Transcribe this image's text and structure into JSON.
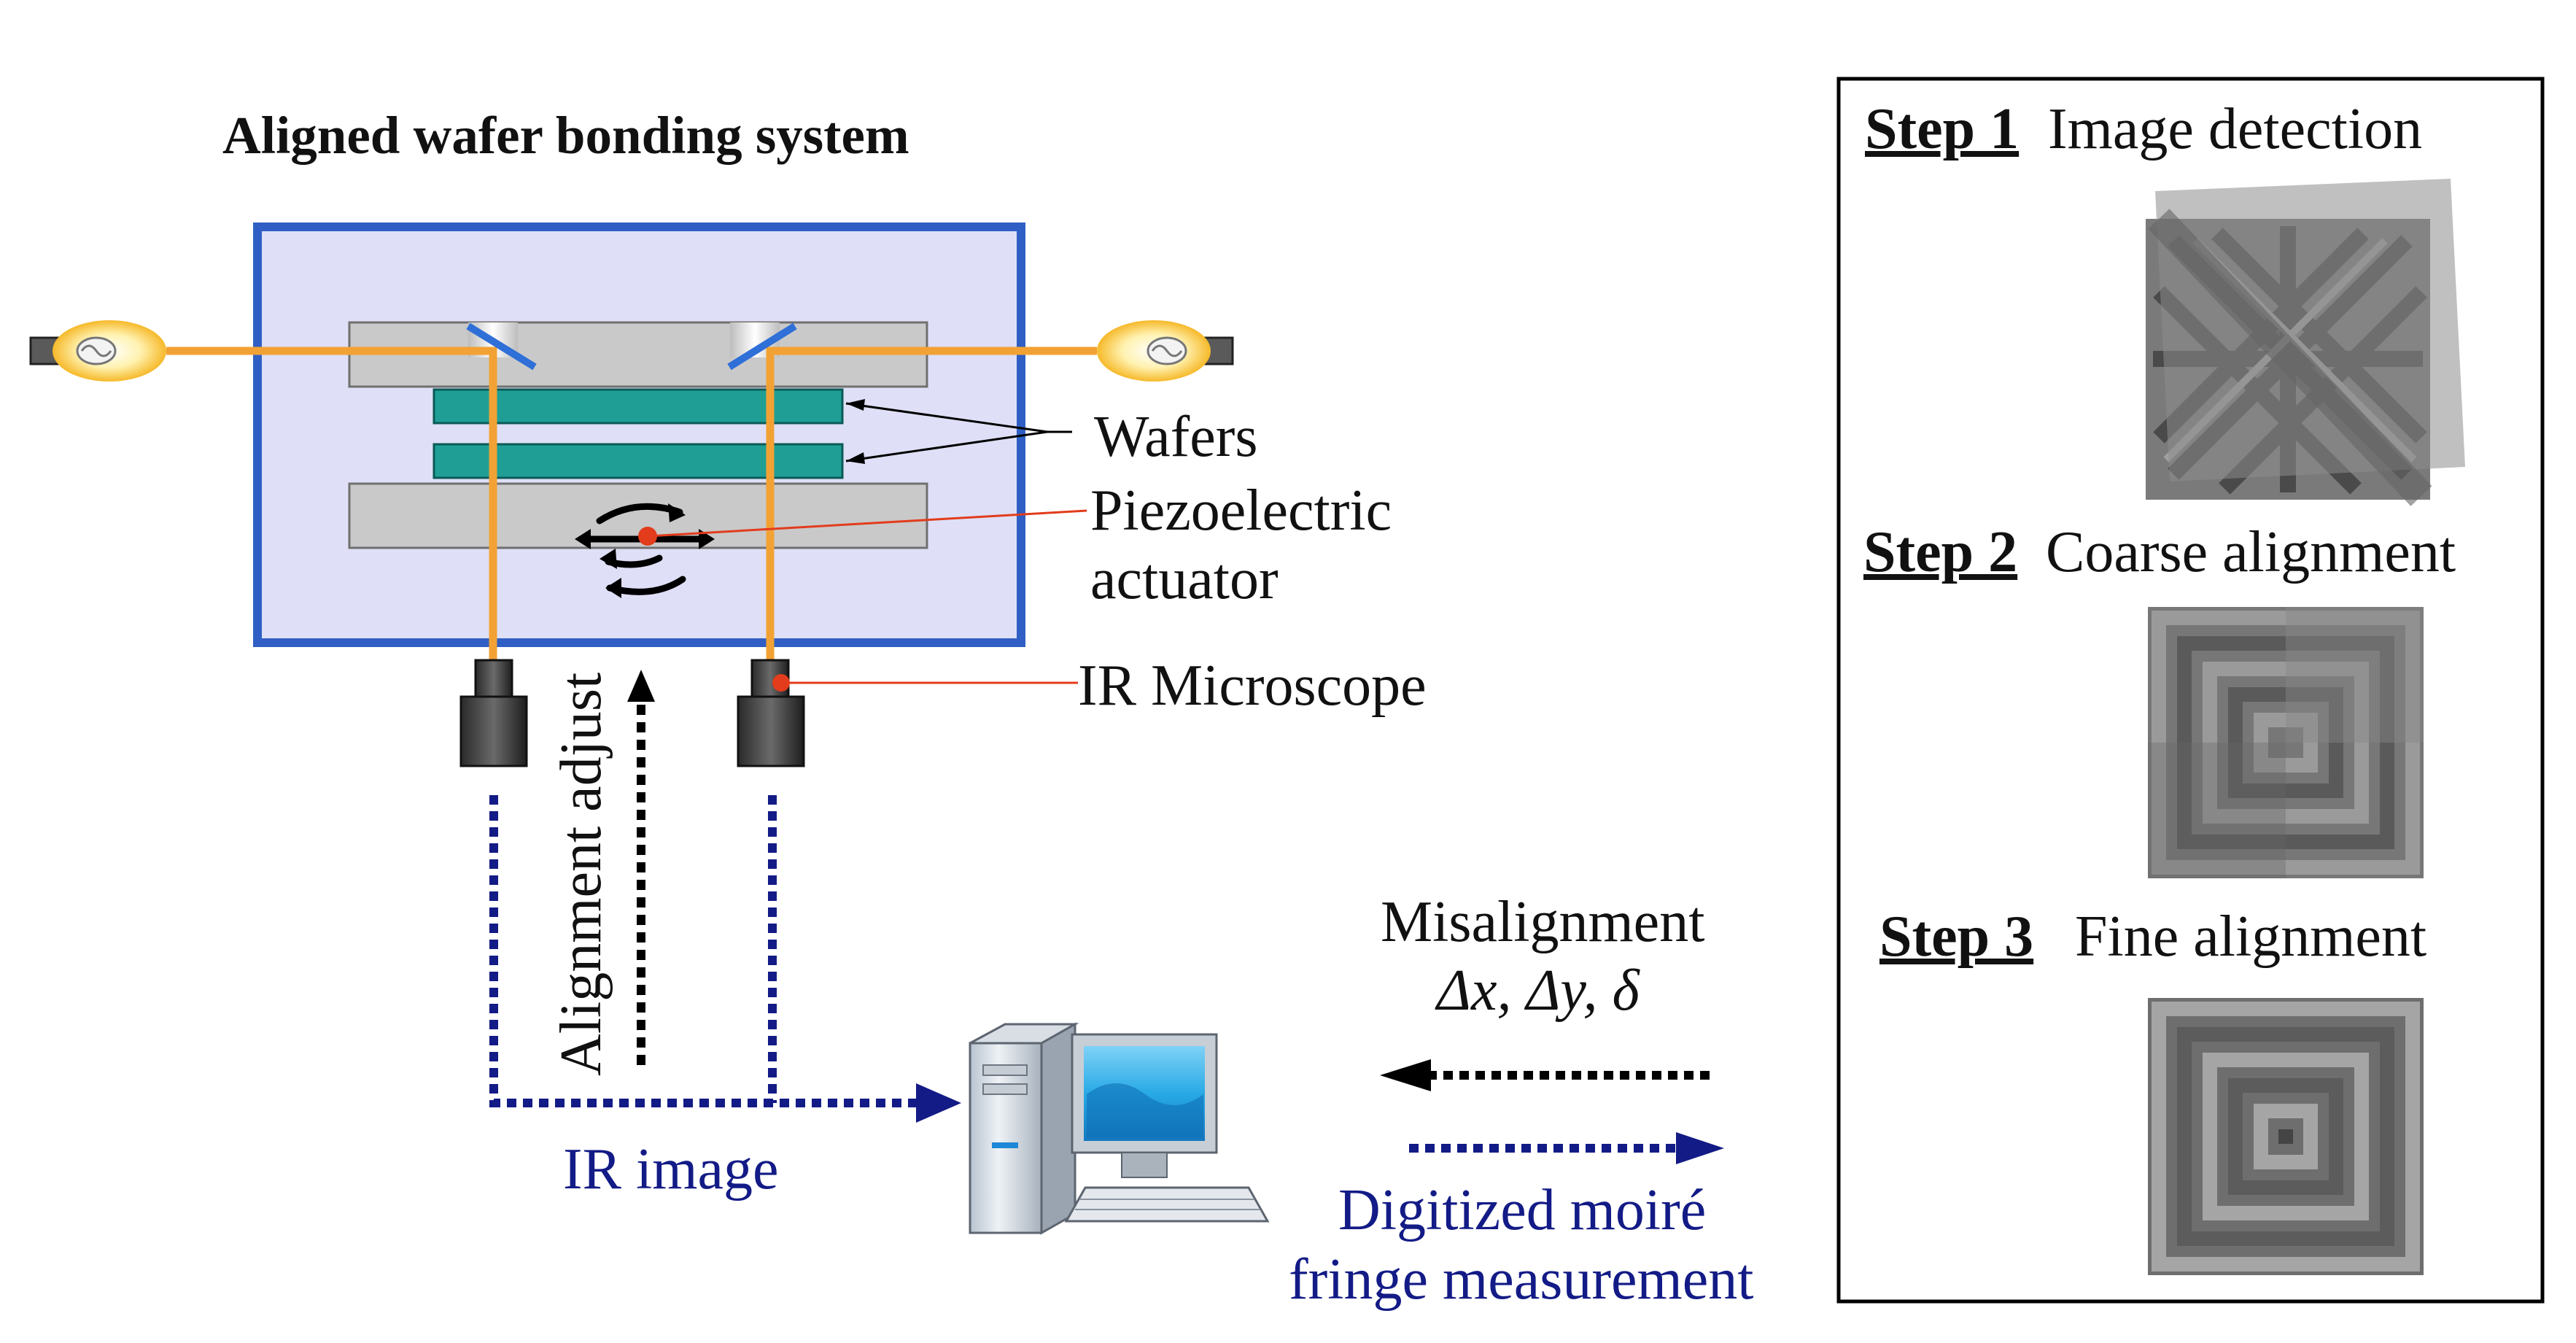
{
  "title": "Aligned wafer bonding system",
  "labels": {
    "wafers": "Wafers",
    "piezo_line1": "Piezoelectric",
    "piezo_line2": "actuator",
    "ir_microscope": "IR Microscope",
    "alignment_adjust": "Alignment adjust",
    "ir_image": "IR image",
    "misalignment_line1": "Misalignment",
    "misalignment_line2": "Δx, Δy, δ",
    "digitized_line1": "Digitized moiré",
    "digitized_line2": "fringe measurement"
  },
  "steps": [
    {
      "number": "Step 1",
      "text": "Image detection"
    },
    {
      "number": "Step 2",
      "text": "Coarse alignment"
    },
    {
      "number": "Step 3",
      "text": "Fine alignment"
    }
  ],
  "colors": {
    "chamber_border": "#2f5fc4",
    "chamber_fill": "#dfe0f7",
    "beam": "#f2a234",
    "wafer": "#1f9e96",
    "dotted_blue": "#131b86",
    "label_blue": "#131b86",
    "pointer_red": "#e23c1c",
    "monitor_screen": "#28a9e6"
  },
  "icons": [
    "light-bulb-icon",
    "ir-microscope-icon",
    "computer-icon"
  ]
}
